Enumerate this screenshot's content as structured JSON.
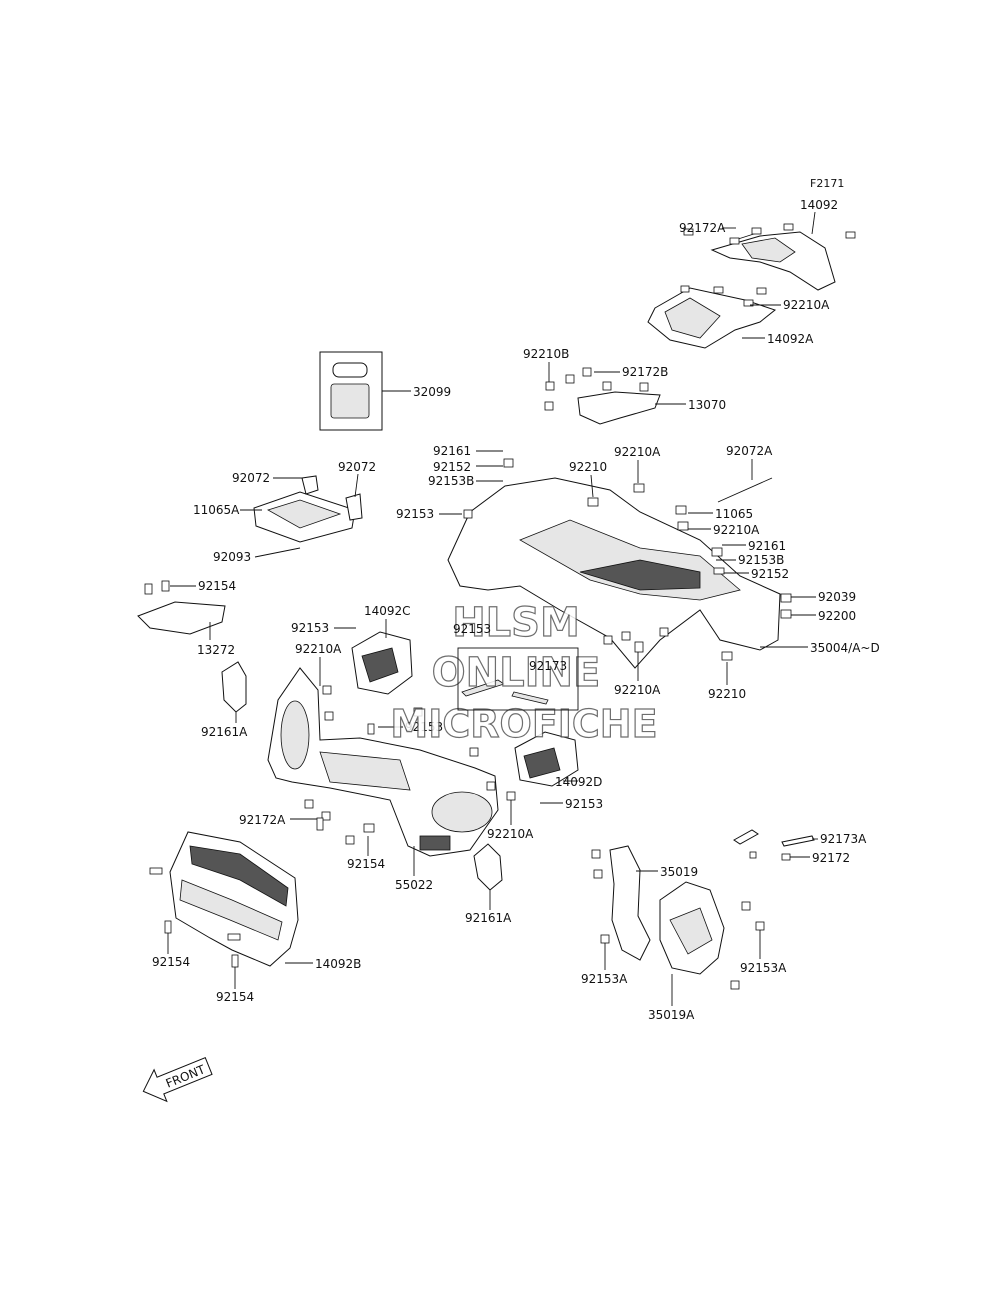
{
  "diagram": {
    "ref_code": "F2171",
    "watermark": {
      "line1": "HLSM",
      "line2": "ONLINE",
      "line3": "MICROFICHE"
    },
    "front_label": "FRONT",
    "labels": {
      "p14092": "14092",
      "p92172A_top": "92172A",
      "p92210A_top": "92210A",
      "p14092A": "14092A",
      "p92210B": "92210B",
      "p92172B": "92172B",
      "p13070": "13070",
      "p32099": "32099",
      "p92161_l": "92161",
      "p92152_l": "92152",
      "p92153B_l": "92153B",
      "p92153_l": "92153",
      "p92210_mid": "92210",
      "p92210A_mid": "92210A",
      "p92072A": "92072A",
      "p11065": "11065",
      "p92210A_r": "92210A",
      "p92161_r": "92161",
      "p92153B_r": "92153B",
      "p92152_r": "92152",
      "p92039": "92039",
      "p92200": "92200",
      "p35004": "35004/A~D",
      "p92210_r": "92210",
      "p92210A_low": "92210A",
      "p92072_a": "92072",
      "p92072_b": "92072",
      "p11065A": "11065A",
      "p92093": "92093",
      "p92154_a": "92154",
      "p13272": "13272",
      "p92153_cl": "92153",
      "p14092C": "14092C",
      "p92210A_cl": "92210A",
      "p92161A_l": "92161A",
      "p92153_c1": "92153",
      "p92173_c": "92173",
      "p92153_c2": "92153",
      "p14092D": "14092D",
      "p92153_c3": "92153",
      "p92210A_c": "92210A",
      "p92172A_low": "92172A",
      "p92154_b": "92154",
      "p55022": "55022",
      "p92161A_r": "92161A",
      "p92154_c": "92154",
      "p92154_d": "92154",
      "p14092B": "14092B",
      "p35019": "35019",
      "p92153A_l": "92153A",
      "p35019A": "35019A",
      "p92153A_r": "92153A",
      "p92173A": "92173A",
      "p92172_r": "92172"
    }
  }
}
